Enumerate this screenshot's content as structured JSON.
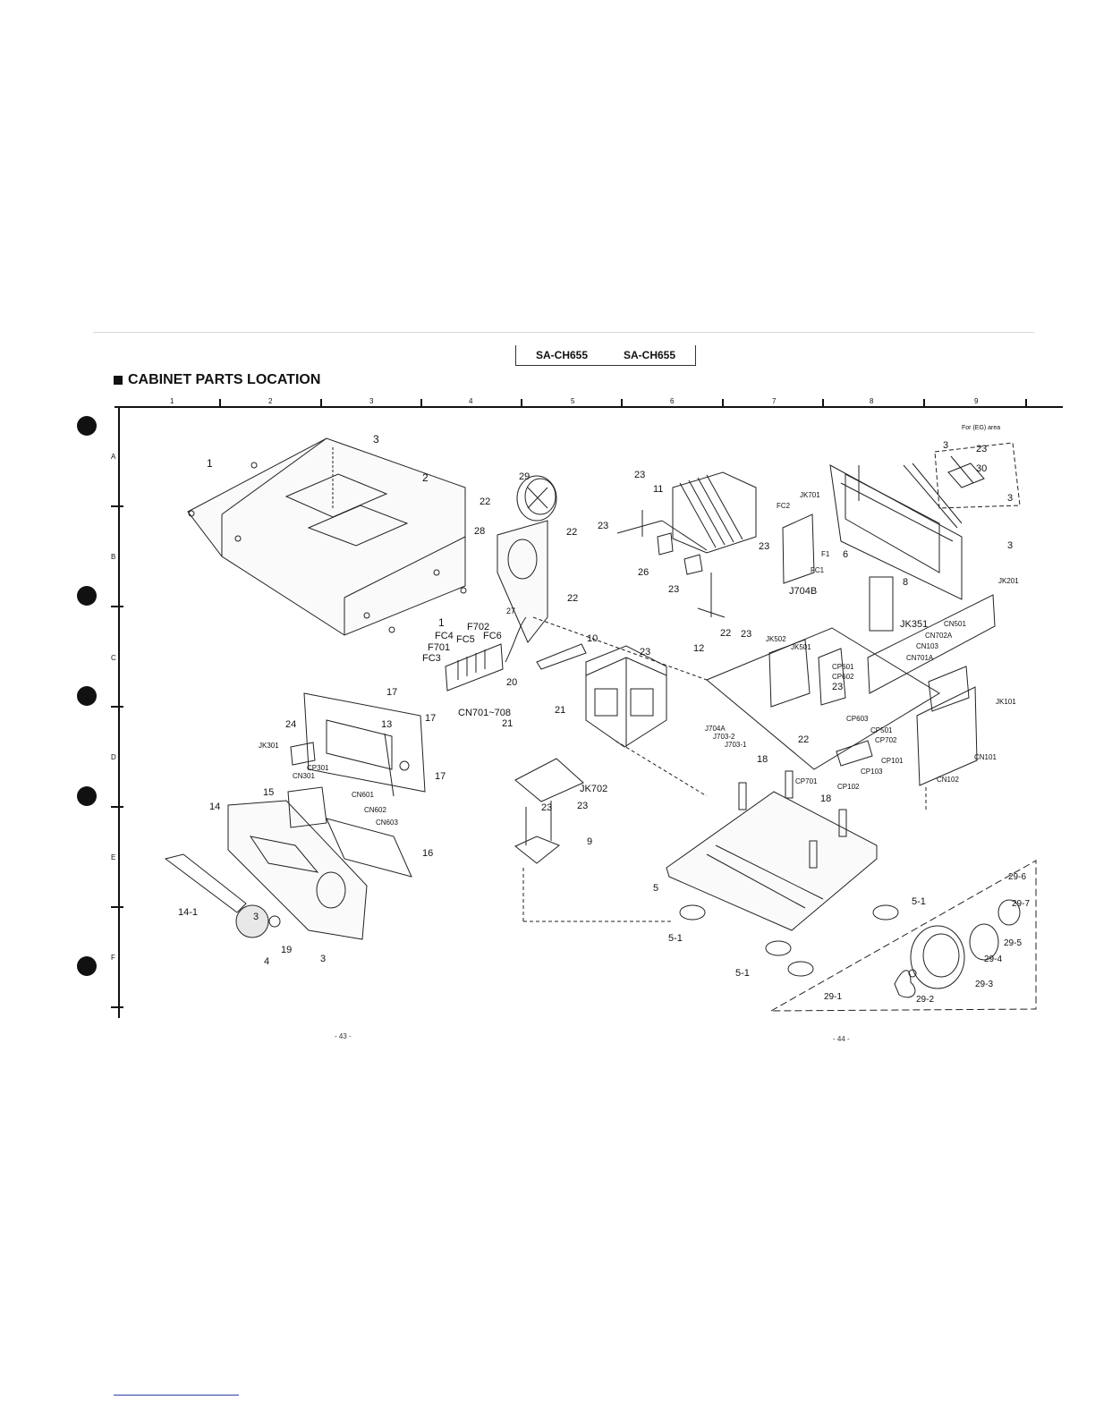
{
  "header": {
    "model_left": "SA-CH655",
    "model_right": "SA-CH655",
    "section_title": "CABINET PARTS LOCATION"
  },
  "grid": {
    "columns": [
      "1",
      "2",
      "3",
      "4",
      "5",
      "6",
      "7",
      "8",
      "9"
    ],
    "rows": [
      "A",
      "B",
      "C",
      "D",
      "E",
      "F"
    ]
  },
  "area_note": "For (EG) area",
  "labels": {
    "p3a": "3",
    "p1a": "1",
    "p2": "2",
    "p1b": "1",
    "p29": "29",
    "p22a": "22",
    "p28": "28",
    "p22b": "22",
    "p22c": "22",
    "p27": "27",
    "f702": "F702",
    "fc4": "FC4",
    "fc5": "FC5",
    "fc6": "FC6",
    "f701": "F701",
    "fc3": "FC3",
    "p20": "20",
    "cn701_708": "CN701~708",
    "p10": "10",
    "p23t": "23",
    "p23a": "23",
    "p11": "11",
    "p23b": "23",
    "p26": "26",
    "p23c": "23",
    "p23d": "23",
    "p12": "12",
    "fc2": "FC2",
    "jk701": "JK701",
    "f1": "F1",
    "fc1": "FC1",
    "j704b": "J704B",
    "p3b": "3",
    "p23e": "23",
    "p30": "30",
    "p3c": "3",
    "p3d": "3",
    "p6": "6",
    "p8": "8",
    "jk201": "JK201",
    "jk351": "JK351",
    "cn501": "CN501",
    "cn702a": "CN702A",
    "cn103": "CN103",
    "cn701a": "CN701A",
    "p22d": "22",
    "p23f": "23",
    "jk502": "JK502",
    "jk501": "JK501",
    "cp601": "CP601",
    "cp602": "CP602",
    "p23g": "23",
    "cp603": "CP603",
    "j704a": "J704A",
    "j703_2": "J703-2",
    "j703_1": "J703-1",
    "p22e": "22",
    "cp501": "CP501",
    "cp702": "CP702",
    "cp101": "CP101",
    "cp103": "CP103",
    "cp701": "CP701",
    "cp102": "CP102",
    "jk101": "JK101",
    "cn101": "CN101",
    "cn102": "CN102",
    "p17a": "17",
    "p24": "24",
    "p13": "13",
    "p17b": "17",
    "jk301": "JK301",
    "cp301": "CP301",
    "cn301": "CN301",
    "cn601": "CN601",
    "cn602": "CN602",
    "cn603": "CN603",
    "p17c": "17",
    "p21a": "21",
    "p21b": "21",
    "jk702": "JK702",
    "p23h": "23",
    "p23i": "23",
    "p9": "9",
    "p15": "15",
    "p14": "14",
    "p16": "16",
    "p14_1": "14-1",
    "p3e": "3",
    "p19": "19",
    "p4": "4",
    "p3f": "3",
    "p18a": "18",
    "p18b": "18",
    "p5": "5",
    "p5_1a": "5-1",
    "p5_1b": "5-1",
    "p5_1c": "5-1",
    "p29_6": "29-6",
    "p29_7": "29-7",
    "p29_5": "29-5",
    "p29_4": "29-4",
    "p29_3": "29-3",
    "p29_2": "29-2",
    "p29_1": "29-1"
  },
  "page_numbers": {
    "left": "- 43 -",
    "right": "- 44 -"
  }
}
